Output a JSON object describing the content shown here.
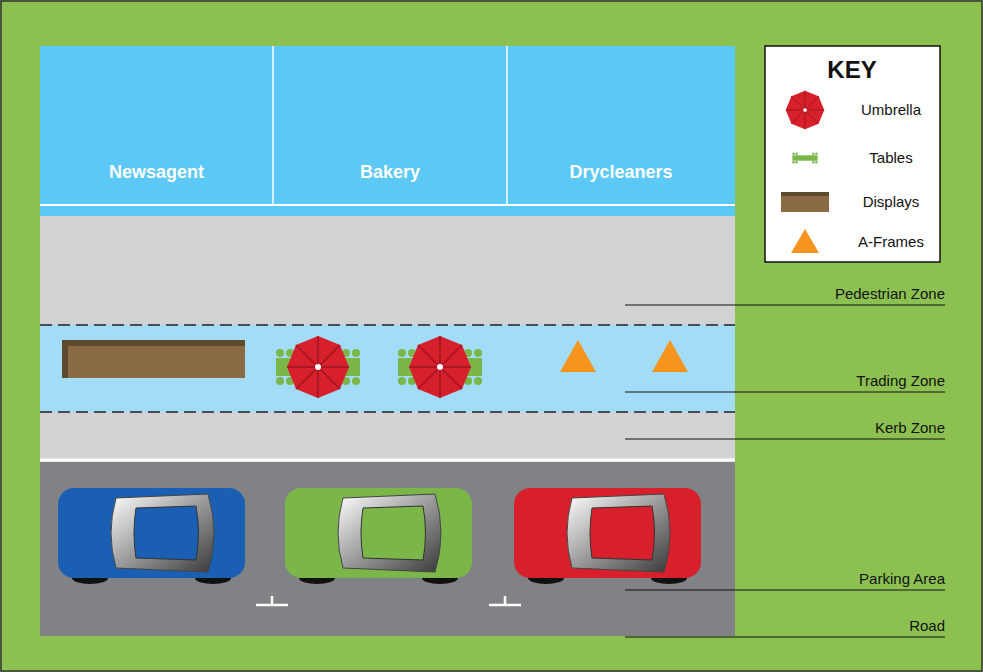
{
  "diagram": {
    "nodes": [
      {
        "text": [
          "Newsagent"
        ]
      },
      {
        "text": [
          "Bakery"
        ]
      },
      {
        "text": [
          "Drycleaners"
        ]
      }
    ],
    "labels": [
      "KEY",
      "Pedestrian Zone",
      "Trading Zone",
      "Kerb Zone",
      "Parking Area",
      "Road"
    ],
    "legend": [
      {
        "text": "Umbrella"
      },
      {
        "text": "Tables"
      },
      {
        "text": "Displays",
        "color": "#8b6b43"
      },
      {
        "text": "A-Frames"
      }
    ]
  }
}
